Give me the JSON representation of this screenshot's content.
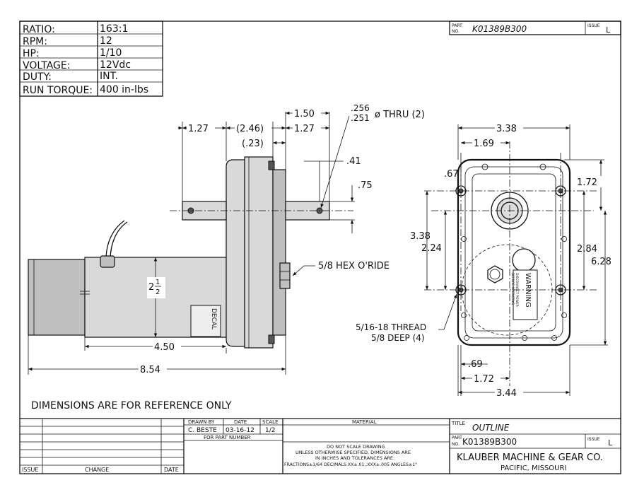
{
  "specs": [
    {
      "label": "RATIO:",
      "value": "163:1"
    },
    {
      "label": "RPM:",
      "value": "12"
    },
    {
      "label": "HP:",
      "value": "1/10"
    },
    {
      "label": "VOLTAGE:",
      "value": "12Vdc"
    },
    {
      "label": "DUTY:",
      "value": "INT."
    },
    {
      "label": "RUN TORQUE:",
      "value": "400 in-lbs"
    }
  ],
  "top_part": {
    "part_label": "PART",
    "no_label": "NO.",
    "part_no": "K01389B300",
    "issue_label": "ISSUE",
    "issue": "L"
  },
  "side_view": {
    "dim_127_left": "1.27",
    "dim_246": "(2.46)",
    "dim_023": "(.23)",
    "dim_150": "1.50",
    "dim_127_right": "1.27",
    "hole_dia_top": ".256",
    "hole_dia_bottom": ".251",
    "hole_thru": "ø THRU (2)",
    "dim_041": ".41",
    "dim_075": ".75",
    "hex_override": "5/8 HEX O'RIDE",
    "dim_2_whole": "2",
    "dim_2_num": "1",
    "dim_2_den": "2",
    "decal": "DECAL",
    "dim_450": "4.50",
    "dim_854": "8.54"
  },
  "front_view": {
    "dim_338_top": "3.38",
    "dim_169": "1.69",
    "dim_067": ".67",
    "dim_172_right": "1.72",
    "dim_338_left": "3.38",
    "dim_224": "2.24",
    "dim_284": "2.84",
    "dim_628": "6.28",
    "thread_line1": "5/16-18 THREAD",
    "thread_line2": "5/8 DEEP (4)",
    "dim_069": ".69",
    "dim_172_bottom": "1.72",
    "dim_344": "3.44",
    "warning_title": "WARNING",
    "warning_line1": "DISCONNECT POWER",
    "warning_line2": "BEFORE OPERATING"
  },
  "note": "DIMENSIONS ARE FOR REFERENCE ONLY",
  "title_block": {
    "issue_label": "ISSUE",
    "change_label": "CHANGE",
    "date_label": "DATE",
    "drawn_by_label": "DRAWN BY",
    "date_col_label": "DATE",
    "scale_label": "SCALE",
    "drawn_by": "C. BESTE",
    "drawn_date": "03-16-12",
    "scale": "1/2",
    "for_part_number": "FOR PART NUMBER",
    "material_label": "MATERIAL",
    "tol_line1": "DO NOT SCALE DRAWING",
    "tol_line2": "UNLESS OTHERWISE SPECIFIED, DIMENSIONS ARE",
    "tol_line3": "IN INCHES AND TOLERANCES ARE:",
    "tol_line4": "FRACTIONS±1/64  DECIMALS.XX±.01,.XXX±.005  ANGLES±1°",
    "title_label": "TITLE",
    "title": "OUTLINE",
    "part_label": "PART",
    "no_label": "NO.",
    "part_no": "K01389B300",
    "issue_label2": "ISSUE",
    "issue": "L",
    "company": "KLAUBER MACHINE & GEAR CO.",
    "location": "PACIFIC, MISSOURI"
  }
}
